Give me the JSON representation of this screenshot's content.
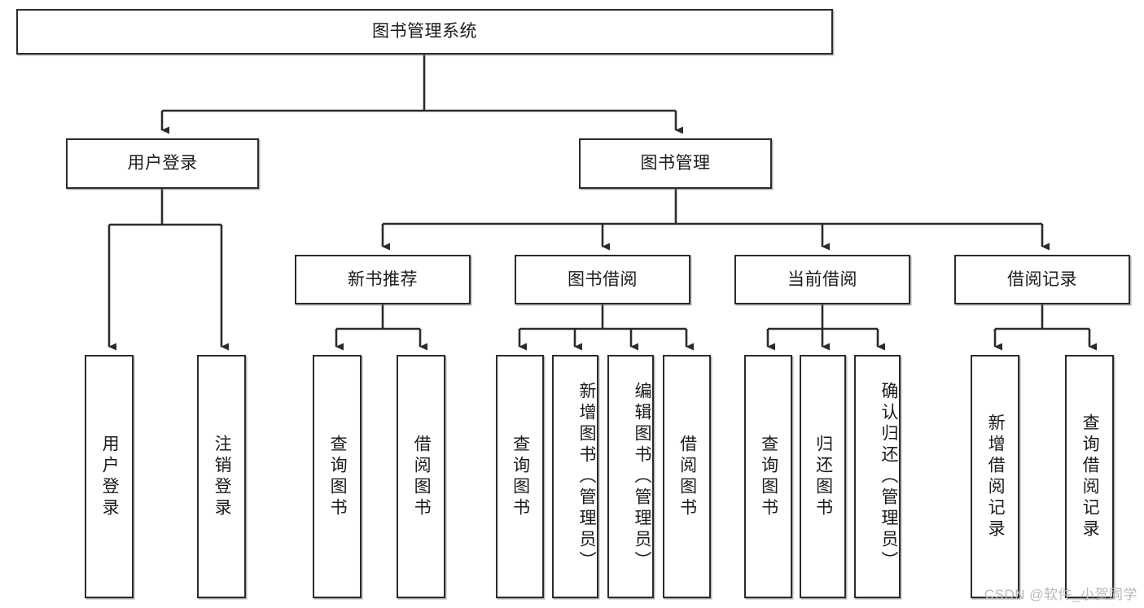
{
  "diagram": {
    "title": "图书管理系统",
    "type": "tree-hierarchy",
    "watermark": "CSDN @软件_小贺同学",
    "colors": {
      "box_border": "#2b2b2b",
      "box_fill": "#ffffff",
      "edge": "#2b2b2b",
      "text": "#1b1b1b",
      "watermark": "#b9b9b9",
      "background": "#ffffff"
    },
    "nodes": {
      "root": {
        "label": "图书管理系统"
      },
      "level2": [
        {
          "id": "user-login",
          "label": "用户登录"
        },
        {
          "id": "book-manage",
          "label": "图书管理"
        }
      ],
      "level3": [
        {
          "id": "new-book-recommend",
          "label": "新书推荐"
        },
        {
          "id": "book-borrow",
          "label": "图书借阅"
        },
        {
          "id": "current-borrow",
          "label": "当前借阅"
        },
        {
          "id": "borrow-record",
          "label": "借阅记录"
        }
      ],
      "leaves": [
        {
          "id": "leaf-user-login",
          "label": "用户登录",
          "parent": "user-login"
        },
        {
          "id": "leaf-user-logout",
          "label": "注销登录",
          "parent": "user-login"
        },
        {
          "id": "leaf-query-book-1",
          "label": "查询图书",
          "parent": "new-book-recommend"
        },
        {
          "id": "leaf-borrow-book-1",
          "label": "借阅图书",
          "parent": "new-book-recommend"
        },
        {
          "id": "leaf-query-book-2",
          "label": "查询图书",
          "parent": "book-borrow"
        },
        {
          "id": "leaf-add-book",
          "label": "新增图书（管理员）",
          "parent": "book-borrow"
        },
        {
          "id": "leaf-edit-book",
          "label": "编辑图书（管理员）",
          "parent": "book-borrow"
        },
        {
          "id": "leaf-borrow-book-2",
          "label": "借阅图书",
          "parent": "book-borrow"
        },
        {
          "id": "leaf-query-book-3",
          "label": "查询图书",
          "parent": "current-borrow"
        },
        {
          "id": "leaf-return-book",
          "label": "归还图书",
          "parent": "current-borrow"
        },
        {
          "id": "leaf-confirm-return",
          "label": "确认归还（管理员）",
          "parent": "current-borrow"
        },
        {
          "id": "leaf-add-record",
          "label": "新增借阅记录",
          "parent": "borrow-record"
        },
        {
          "id": "leaf-query-record",
          "label": "查询借阅记录",
          "parent": "borrow-record"
        }
      ]
    }
  }
}
